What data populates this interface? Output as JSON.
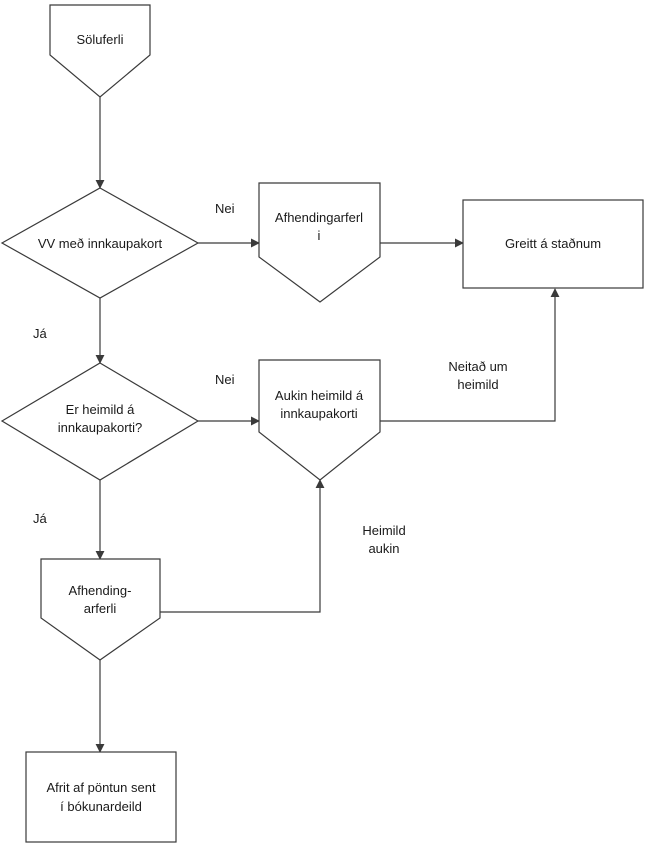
{
  "nodes": {
    "start": "Söluferli",
    "decision_card": "VV með innkaupakort",
    "delivery_process_1": [
      "Afhendingarferl",
      "i"
    ],
    "paid_on_site": "Greitt á staðnum",
    "decision_limit": [
      "Er heimild á",
      "innkaupakorti?"
    ],
    "increased_limit": [
      "Aukin heimild á",
      "innkaupakorti"
    ],
    "delivery_process_2": [
      "Afhending-",
      "arferli"
    ],
    "copy_sent": [
      "Afrit af pöntun sent",
      "í bókunardeild"
    ]
  },
  "edge_labels": {
    "card_no": "Nei",
    "card_yes": "Já",
    "limit_no": "Nei",
    "limit_yes": "Já",
    "limit_denied": [
      "Neitað um",
      "heimild"
    ],
    "limit_increased": [
      "Heimild",
      "aukin"
    ]
  }
}
